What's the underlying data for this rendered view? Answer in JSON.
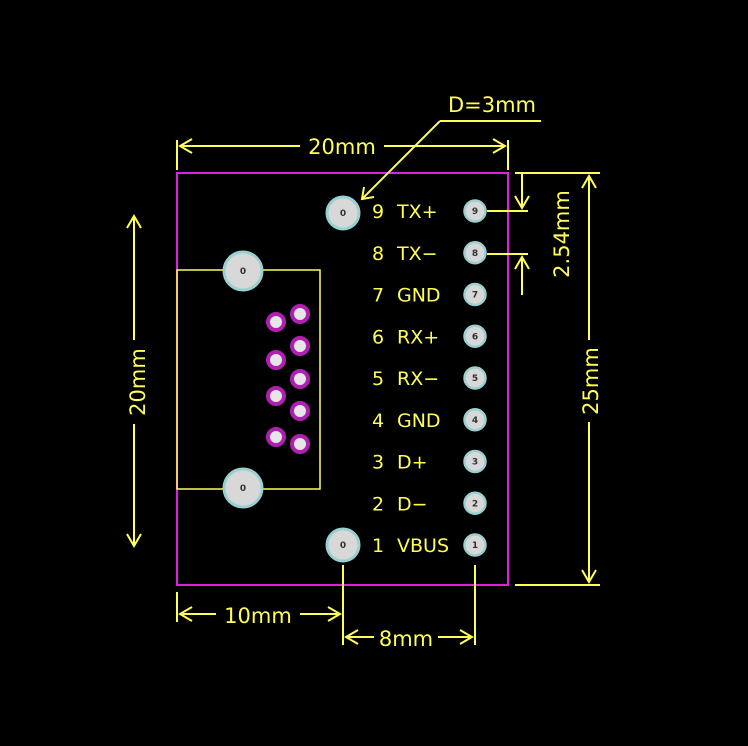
{
  "colors": {
    "background": "#000000",
    "dimension": "#ffff55",
    "outline": "#e020e0",
    "pad_fill": "#d8d8d8",
    "pad_ring": "#9ad0d0",
    "pin_hole": "#e6e6e6"
  },
  "dimensions": {
    "width_top": "20mm",
    "hole_diameter": "D=3mm",
    "pitch": "2.54mm",
    "height_left": "20mm",
    "height_right": "25mm",
    "offset_bottom": "10mm",
    "pin_to_hole": "8mm"
  },
  "mount_holes": [
    {
      "label": "0"
    },
    {
      "label": "0"
    },
    {
      "label": "0"
    },
    {
      "label": "0"
    }
  ],
  "pins": [
    {
      "number": "9",
      "name": "TX+",
      "pad": "9"
    },
    {
      "number": "8",
      "name": "TX−",
      "pad": "8"
    },
    {
      "number": "7",
      "name": "GND",
      "pad": "7"
    },
    {
      "number": "6",
      "name": "RX+",
      "pad": "6"
    },
    {
      "number": "5",
      "name": "RX−",
      "pad": "5"
    },
    {
      "number": "4",
      "name": "GND",
      "pad": "4"
    },
    {
      "number": "3",
      "name": "D+",
      "pad": "3"
    },
    {
      "number": "2",
      "name": "D−",
      "pad": "2"
    },
    {
      "number": "1",
      "name": "VBUS",
      "pad": "1"
    }
  ]
}
